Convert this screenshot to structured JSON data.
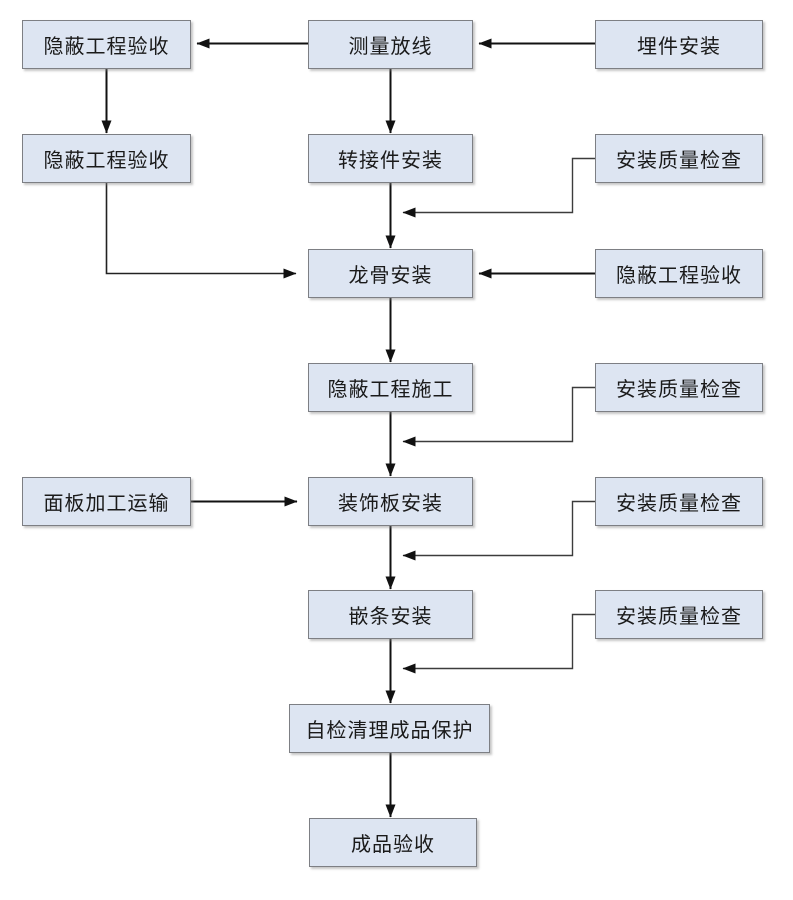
{
  "diagram": {
    "background_color": "#ffffff",
    "node_fill_color": "#dde5f2",
    "node_border_color": "#7d7f84",
    "connector_color": "#111111",
    "nodes": [
      {
        "id": "hidden-works-acceptance-1",
        "label": "隐蔽工程验收"
      },
      {
        "id": "survey-setting-out",
        "label": "测量放线"
      },
      {
        "id": "embedded-parts-installation",
        "label": "埋件安装"
      },
      {
        "id": "hidden-works-acceptance-2",
        "label": "隐蔽工程验收"
      },
      {
        "id": "adapter-installation",
        "label": "转接件安装"
      },
      {
        "id": "installation-quality-check-1",
        "label": "安装质量检查"
      },
      {
        "id": "keel-installation",
        "label": "龙骨安装"
      },
      {
        "id": "hidden-works-acceptance-3",
        "label": "隐蔽工程验收"
      },
      {
        "id": "hidden-works-construction",
        "label": "隐蔽工程施工"
      },
      {
        "id": "installation-quality-check-2",
        "label": "安装质量检查"
      },
      {
        "id": "panel-processing-transport",
        "label": "面板加工运输"
      },
      {
        "id": "decorative-panel-installation",
        "label": "装饰板安装"
      },
      {
        "id": "installation-quality-check-3",
        "label": "安装质量检查"
      },
      {
        "id": "trim-strip-installation",
        "label": "嵌条安装"
      },
      {
        "id": "installation-quality-check-4",
        "label": "安装质量检查"
      },
      {
        "id": "self-inspection-cleaning-product-protection",
        "label": "自检清理成品保护"
      },
      {
        "id": "finished-product-acceptance",
        "label": "成品验收"
      }
    ],
    "edges": [
      {
        "from": "embedded-parts-installation",
        "to": "survey-setting-out"
      },
      {
        "from": "survey-setting-out",
        "to": "hidden-works-acceptance-1"
      },
      {
        "from": "hidden-works-acceptance-1",
        "to": "hidden-works-acceptance-2"
      },
      {
        "from": "survey-setting-out",
        "to": "adapter-installation"
      },
      {
        "from": "adapter-installation",
        "to": "keel-installation"
      },
      {
        "from": "installation-quality-check-1",
        "to": "keel-installation",
        "via": "merge-into-flow-line"
      },
      {
        "from": "hidden-works-acceptance-2",
        "to": "keel-installation"
      },
      {
        "from": "hidden-works-acceptance-3",
        "to": "keel-installation"
      },
      {
        "from": "keel-installation",
        "to": "hidden-works-construction"
      },
      {
        "from": "installation-quality-check-2",
        "to": "hidden-works-construction",
        "via": "merge-into-flow-line"
      },
      {
        "from": "hidden-works-construction",
        "to": "decorative-panel-installation"
      },
      {
        "from": "panel-processing-transport",
        "to": "decorative-panel-installation"
      },
      {
        "from": "installation-quality-check-3",
        "to": "decorative-panel-installation",
        "via": "merge-into-flow-line"
      },
      {
        "from": "decorative-panel-installation",
        "to": "trim-strip-installation"
      },
      {
        "from": "installation-quality-check-4",
        "to": "trim-strip-installation",
        "via": "merge-into-flow-line"
      },
      {
        "from": "trim-strip-installation",
        "to": "self-inspection-cleaning-product-protection"
      },
      {
        "from": "self-inspection-cleaning-product-protection",
        "to": "finished-product-acceptance"
      }
    ]
  }
}
